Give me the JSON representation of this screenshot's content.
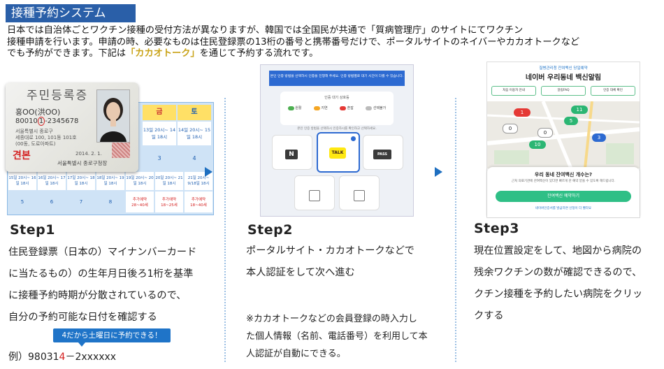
{
  "header": {
    "title": "接種予約システム"
  },
  "intro": {
    "line1": "日本では自治体ごとワクチン接種の受付方法が異なりますが、韓国では全国民が共通で「質病管理庁」のサイトにてワクチン",
    "line2": "接種申請を行います。申請の時、必要なものは住民登録票の13桁の番号と携帯番号だけで、ポータルサイトのネイバーやカカオトークなど",
    "line3_pre": "でも予約ができます。下記は",
    "line3_hl": "「カカオトーク」",
    "line3_post": "を通じて予約する流れです。"
  },
  "step1": {
    "title": "Step1",
    "lines": [
      "住民登録票（日本の）マイナンバーカード",
      "に当たるもの）の生年月日後ろ1桁を基準",
      "に接種予約時期が分散されているので、",
      "自分の予約可能な日付を確認する"
    ],
    "badge": "4だから土曜日に予約できる！",
    "example_pre": "例）98031",
    "example_red": "4",
    "example_post": "－2xxxxxx",
    "card": {
      "header": "주민등록증",
      "name": "홍OO(洪OO)",
      "number_pre": "80010",
      "number_red": "1",
      "number_post": "-2345678",
      "address1": "서울특별시 종로구",
      "address2": "세종대로 100, 101동 101호",
      "address3": "(00동, 도로아파트)",
      "stamp": "견본",
      "date": "2014. 2. 1.",
      "issuer": "서울특별시 종로구청장"
    },
    "calendar": {
      "headers": [
        "금",
        "토"
      ],
      "row1": [
        "13일 20시~ 14일 18시",
        "14일 20시~ 15일 18시"
      ],
      "row2": [
        "3",
        "4"
      ],
      "bottom_row": [
        "15일 20시~ 16일 18시",
        "16일 20시~ 17일 18시",
        "17일 20시~ 18일 18시",
        "18일 20시~ 19일 18시",
        "19일 20시~ 20일 18시",
        "20일 20시~ 21일 18시",
        "21일 20시~ 9/18일 18시"
      ],
      "last_row": [
        "5",
        "6",
        "7",
        "8",
        "추가예약 28~40세",
        "추가예약 18~25세",
        "추가예약 18~40세"
      ]
    }
  },
  "step2": {
    "title": "Step2",
    "lines": [
      "ポータルサイト・カカオトークなどで",
      "本人認証をして次へ進む"
    ],
    "note_lines": [
      "※カカオトークなどの会員登録の時入力し",
      "た個人情報（名前、電話番号）を利用して本",
      "人認証が自動にできる。"
    ],
    "screen": {
      "banner": "본인 인증 방법을 선택하시 인증을 진행해 주세요. 인증 방법별로 대기 시간이 다를 수 있습니다.",
      "legend_title": "인증 대기 상호등",
      "legend": [
        "원활",
        "지연",
        "혼잡",
        "선택불가"
      ],
      "prompt": "본인 인증 방법을 선택하시 인증하시를 확인하고 선택하세요.",
      "options": [
        "N",
        "TALK",
        "PASS"
      ]
    }
  },
  "step3": {
    "title": "Step3",
    "lines": [
      "現在位置設定をして、地図から病院の",
      "残余ワクチンの数が確認できるので、",
      "クチン接種を予約したい病院をクリッ",
      "クする"
    ],
    "screen": {
      "subtitle": "질병관리청 잔여백신 당일예약",
      "heading": "네이버 우리동네 백신알림",
      "tabs": [
        "처음 이용자 안내",
        "알림FAQ",
        "인증 대체 확인"
      ],
      "pins": [
        "1",
        "11",
        "5",
        "3",
        "10",
        "0",
        "0"
      ],
      "sheet_title": "우리 동네 잔여백신 개수는?",
      "sheet_text": "근처 의료기관에 잔여백신이 있다면 빠르게 잔 예약 받을 수 있도록 해드립니다.",
      "cta": "잔여백신 예약하기",
      "footer": "네이버인증서를 발급하면 신청이 더 빨라요"
    }
  },
  "colors": {
    "accent": "#2a5fa8",
    "highlight": "#c9a318",
    "red": "#d42020",
    "badge": "#1f74c8",
    "kakao": "#ffe812",
    "naver": "#03c75a"
  }
}
